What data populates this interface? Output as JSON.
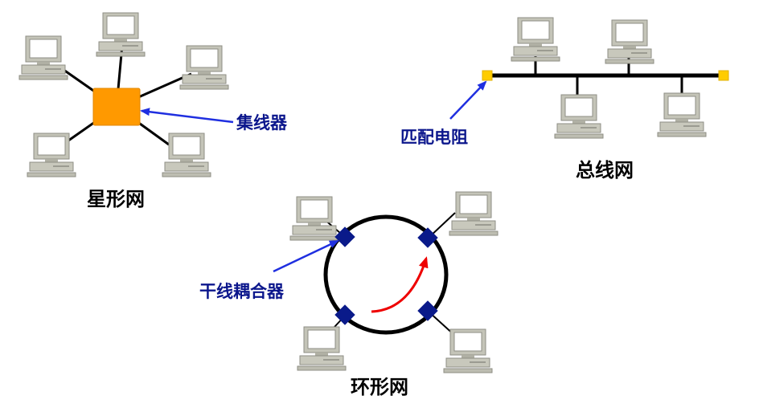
{
  "colors": {
    "label": "#0b168c",
    "pointer": "#1f2fe0",
    "hub": "#ff9900",
    "terminator": "#ffcc00",
    "coupler": "#0a1a8a",
    "direction_arrow": "#ee0000",
    "cable": "#000000"
  },
  "icons": {
    "computer": "computer-icon",
    "hub": "hub-icon",
    "terminator": "terminator-icon",
    "coupler": "coupler-icon"
  },
  "star": {
    "title": "星形网",
    "hub_label": "集线器"
  },
  "bus": {
    "title": "总线网",
    "terminator_label": "匹配电阻"
  },
  "ring": {
    "title": "环形网",
    "coupler_label": "干线耦合器"
  }
}
